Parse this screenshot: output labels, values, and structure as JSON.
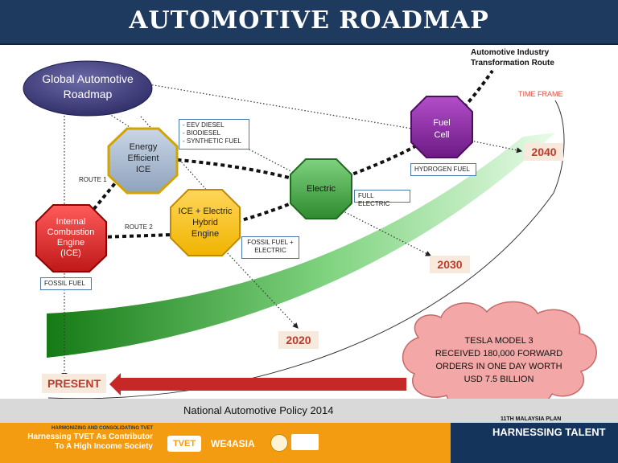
{
  "title": "AUTOMOTIVE ROADMAP",
  "transformation_route": [
    "Automotive Industry",
    "Transformation Route"
  ],
  "time_frame": "TIME FRAME",
  "global_roadmap": [
    "Global Automotive",
    "Roadmap"
  ],
  "nodes": {
    "energy_efficient": [
      "Energy",
      "Efficient",
      "ICE"
    ],
    "ice": [
      "Internal",
      "Combustion",
      "Engine",
      "(ICE)"
    ],
    "hybrid": [
      "ICE + Electric",
      "Hybrid",
      "Engine"
    ],
    "electric": [
      "Electric"
    ],
    "fuel_cell": [
      "Fuel",
      "Cell"
    ]
  },
  "fuel_box": [
    "- EEV DIESEL",
    "- BIODIESEL",
    "- SYNTHETIC FUEL"
  ],
  "route1": "ROUTE 1",
  "route2": "ROUTE 2",
  "fossil_fuel": "FOSSIL FUEL",
  "fossil_electric": [
    "FOSSIL FUEL +",
    "ELECTRIC"
  ],
  "full_electric": "FULL ELECTRIC",
  "hydrogen_fuel": "HYDROGEN FUEL",
  "years": {
    "y2020": "2020",
    "y2030": "2030",
    "y2040": "2040"
  },
  "present": "PRESENT",
  "tesla": [
    "TESLA MODEL 3",
    "RECEIVED 180,000 FORWARD",
    "ORDERS IN ONE DAY WORTH",
    "USD 7.5 BILLION"
  ],
  "policy": "National Automotive Policy 2014",
  "footer": {
    "small": "HARMONIZING AND CONSOLIDATING TVET",
    "line1": "Harnessing TVET As Contributor",
    "line2": "To A High Income Society",
    "tvet_logo": "TVET",
    "we4asia": "WE4ASIA",
    "plan": "11TH MALAYSIA PLAN",
    "harnessing": "HARNESSING TALENT"
  },
  "colors": {
    "title_bar": "#1f3a5f",
    "arrow_green": "#2e8b2e",
    "red_arrow": "#c62828",
    "year_text": "#c0392b",
    "footer_orange": "#f39c12",
    "footer_navy": "#15345c"
  }
}
